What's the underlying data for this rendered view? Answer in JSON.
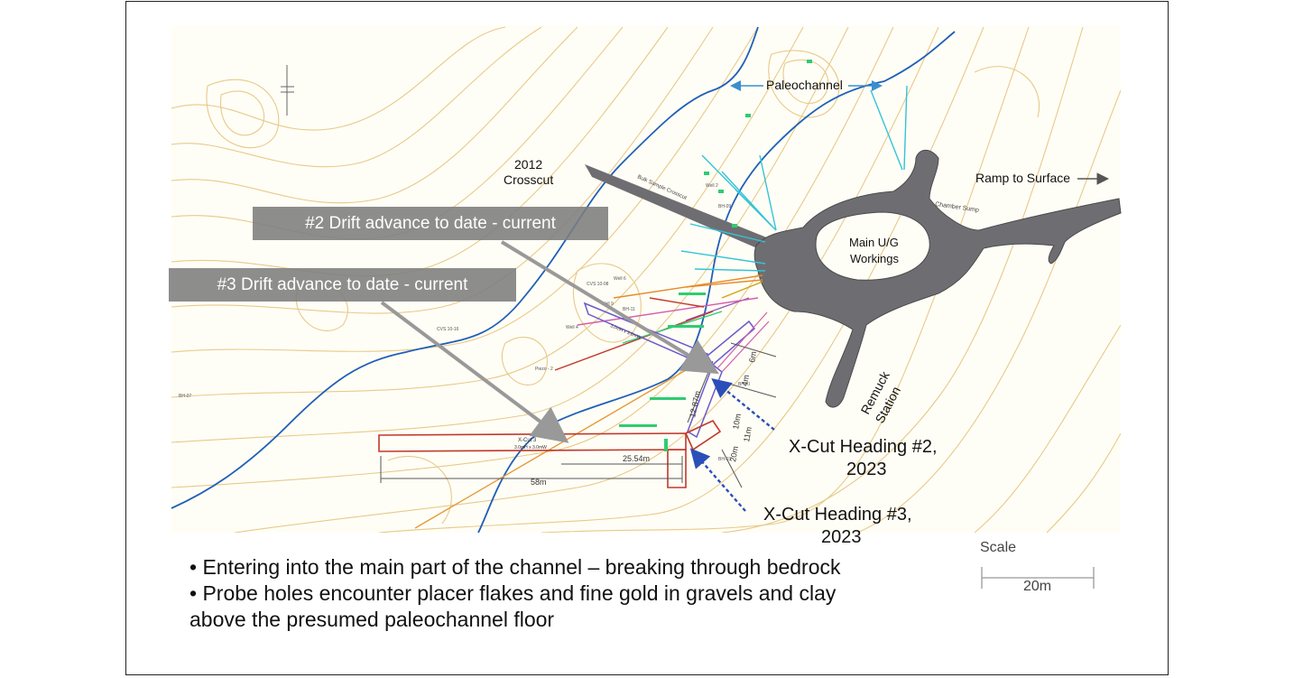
{
  "labels": {
    "paleochannel": "Paleochannel",
    "crosscut_year": "2012",
    "crosscut": "Crosscut",
    "ramp": "Ramp to Surface",
    "ramp_arrow": "→",
    "main_workings_1": "Main U/G",
    "main_workings_2": "Workings",
    "remuck_1": "Remuck",
    "remuck_2": "Station",
    "heading2_1": "X-Cut Heading #2,",
    "heading2_2": "2023",
    "heading3_1": "X-Cut Heading #3,",
    "heading3_2": "2023",
    "bulk_sample": "Bulk Sample Crosscut",
    "chamber_sump": "Chamber Sump",
    "xcut3": "X-Cut 3",
    "xcut3_dims": "3.0mH x 3.0mW",
    "xcut2_dims": "3.0mH x 3.0mW",
    "dim_58": "58m",
    "dim_2554": "25.54m",
    "dim_1287": "12.87m",
    "dim_4": "4m",
    "dim_6": "6m",
    "dim_10": "10m",
    "dim_11": "11m",
    "dim_20": "20m",
    "scale_title": "Scale",
    "scale_value": "20m"
  },
  "banners": {
    "drift2": "#2 Drift advance to date - current",
    "drift3": "#3 Drift advance to date - current"
  },
  "bullets": [
    "• Entering into the main part of the channel – breaking through bedrock",
    "• Probe holes encounter placer flakes and fine gold in gravels and clay",
    "above the presumed paleochannel floor"
  ],
  "colors": {
    "contour": "#e8c98a",
    "paleochannel": "#1f5fb8",
    "workings": "#6e6e72",
    "xcut3": "#c0392b",
    "xcut2": "#6a5acd",
    "probe_cyan": "#33c4d8",
    "dashed_arrow": "#2b4fb8",
    "banner_bg": "#7d7d7d"
  }
}
